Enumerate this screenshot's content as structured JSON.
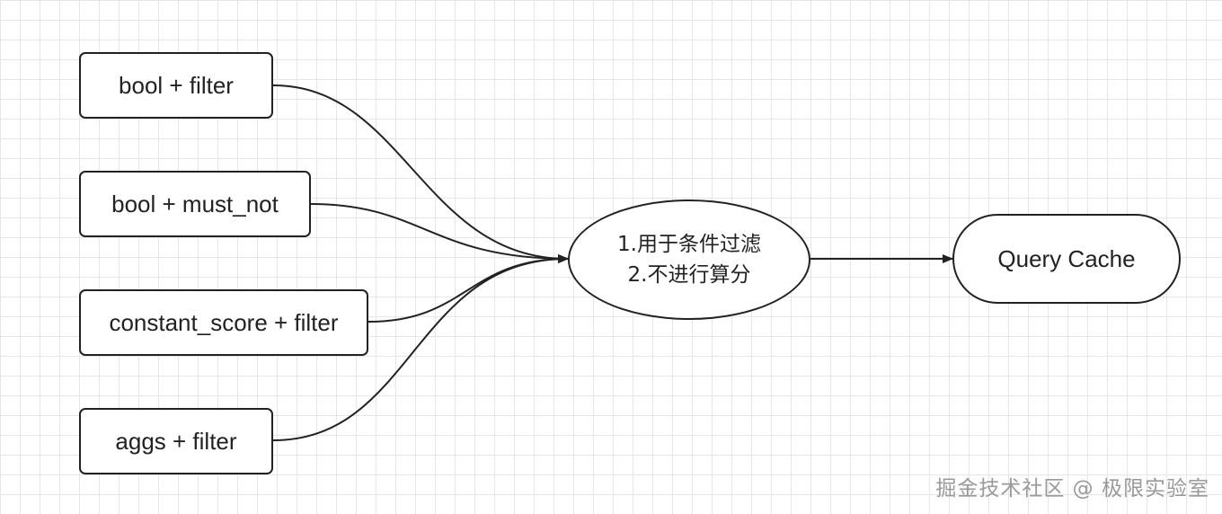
{
  "diagram": {
    "sources": [
      {
        "id": "bool-filter",
        "label": "bool + filter"
      },
      {
        "id": "bool-must-not",
        "label": "bool + must_not"
      },
      {
        "id": "constant-score-filter",
        "label": "constant_score + filter"
      },
      {
        "id": "aggs-filter",
        "label": "aggs + filter"
      }
    ],
    "center": {
      "line1": "1.用于条件过滤",
      "line2": "2.不进行算分"
    },
    "target": {
      "label": "Query Cache"
    },
    "edges": [
      {
        "from": "bool-filter",
        "to": "center"
      },
      {
        "from": "bool-must-not",
        "to": "center"
      },
      {
        "from": "constant-score-filter",
        "to": "center"
      },
      {
        "from": "aggs-filter",
        "to": "center"
      },
      {
        "from": "center",
        "to": "target"
      }
    ],
    "colors": {
      "stroke": "#222222",
      "grid": "#e6e6e6",
      "background": "#ffffff",
      "watermark": "#9a9a9a"
    }
  },
  "watermark": {
    "text": "掘金技术社区 @ 极限实验室"
  }
}
